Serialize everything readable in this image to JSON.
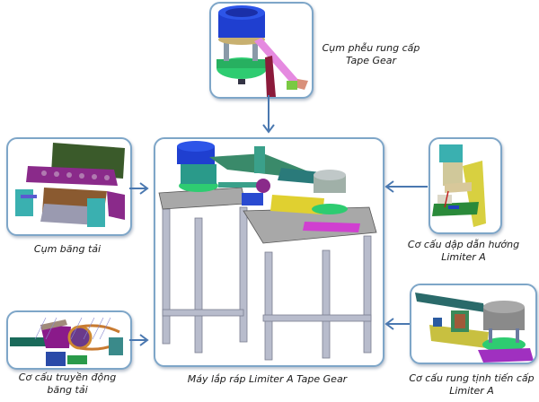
{
  "diagram": {
    "title": "Máy lắp ráp Limiter A Tape Gear",
    "center": {
      "label": "Máy lắp ráp Limiter A Tape Gear",
      "icon": "assembly-machine-render"
    },
    "modules": [
      {
        "id": "vibratory-feeder",
        "label_line1": "Cụm phễu rung cấp",
        "label_line2": "Tape Gear",
        "icon": "vibratory-bowl-feeder-render",
        "arrow": "down"
      },
      {
        "id": "conveyor",
        "label_line1": "Cụm băng tải",
        "label_line2": "",
        "icon": "conveyor-unit-render",
        "arrow": "right"
      },
      {
        "id": "conveyor-drive",
        "label_line1": "Cơ cấu truyền động",
        "label_line2": "băng tải",
        "icon": "chain-drive-render",
        "arrow": "right"
      },
      {
        "id": "press-guide",
        "label_line1": "Cơ cấu dập dẫn hướng",
        "label_line2": "Limiter A",
        "icon": "press-guide-render",
        "arrow": "left"
      },
      {
        "id": "linear-feeder",
        "label_line1": "Cơ cấu rung tịnh tiến cấp",
        "label_line2": "Limiter A",
        "icon": "linear-vibratory-feeder-render",
        "arrow": "left"
      }
    ],
    "colors": {
      "border": "#7ea6c8",
      "arrow": "#4a78b0",
      "text": "#1a1a1a"
    }
  }
}
